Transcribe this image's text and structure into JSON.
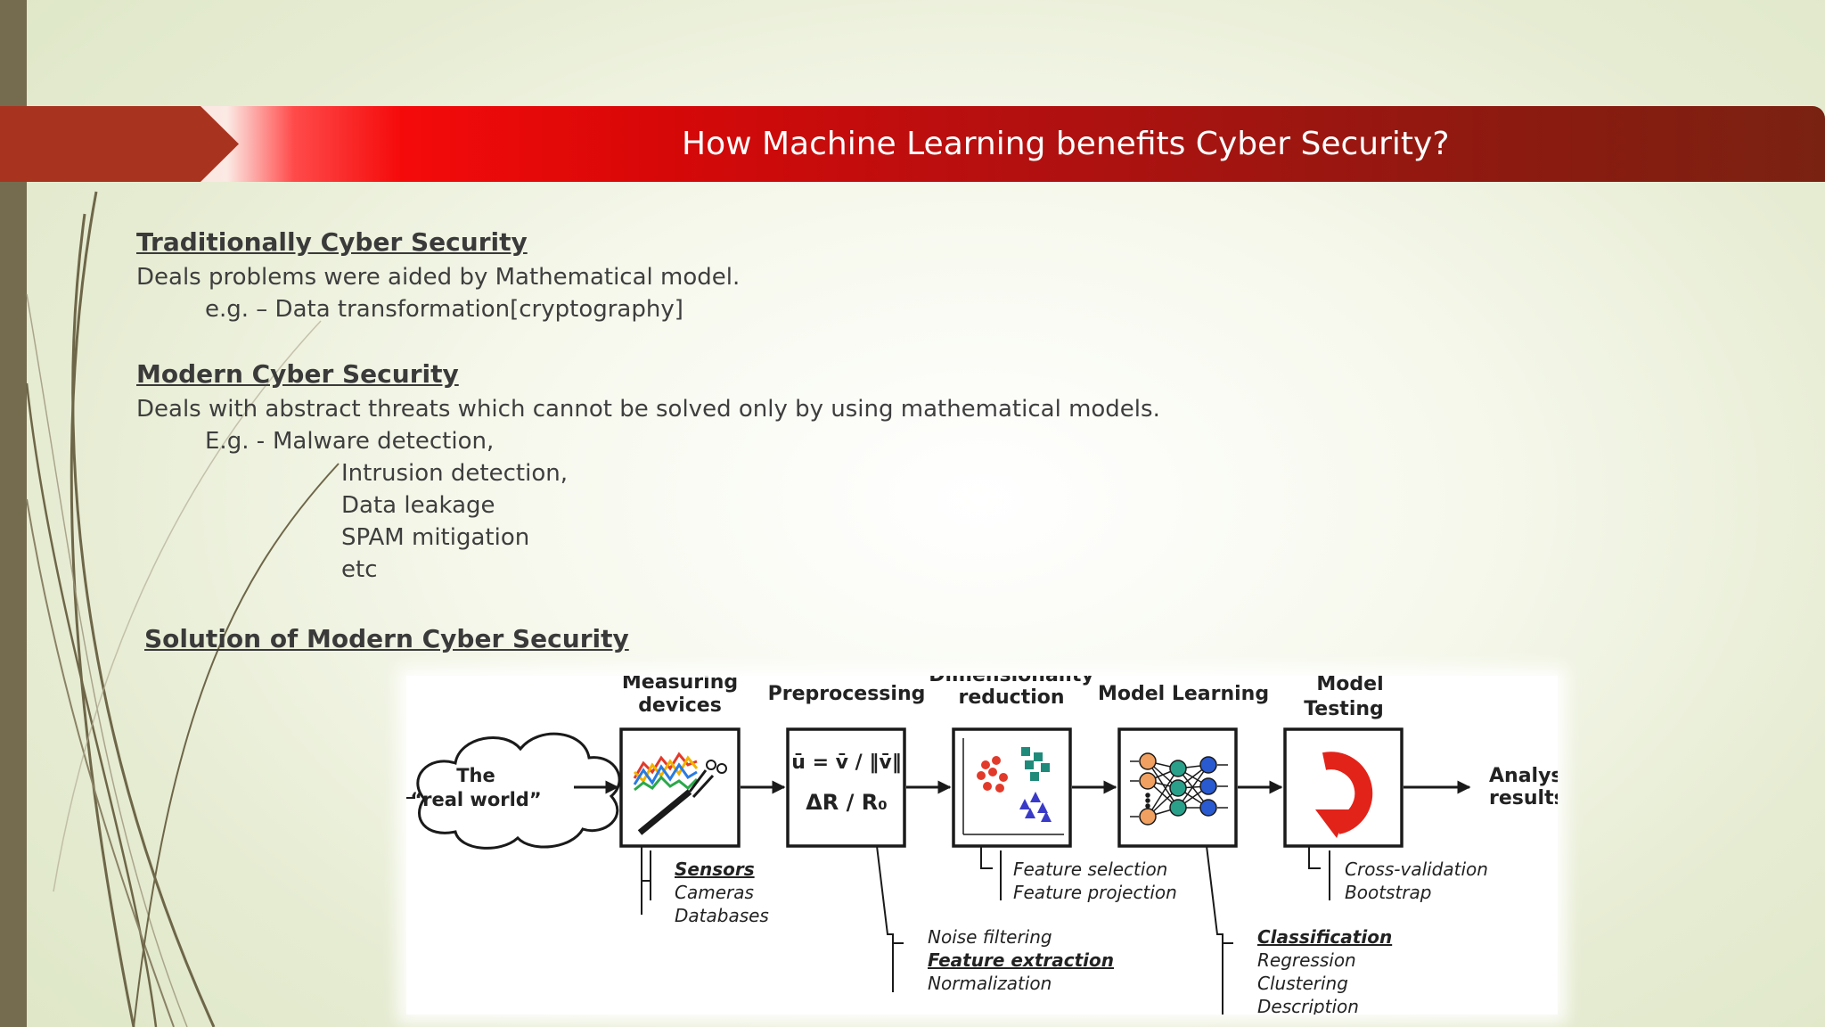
{
  "slide": {
    "title": "How Machine Learning benefits Cyber Security?"
  },
  "sections": {
    "traditional": {
      "heading": "Traditionally Cyber Security",
      "line1": "Deals problems were aided by Mathematical model.",
      "line2": "e.g. – Data transformation[cryptography]"
    },
    "modern": {
      "heading": "Modern Cyber Security",
      "line1": "Deals with abstract threats which cannot be solved only by using mathematical models.",
      "eg_prefix": "E.g. -",
      "items": [
        "Malware detection,",
        "Intrusion detection,",
        "Data leakage",
        "SPAM mitigation",
        "etc"
      ]
    },
    "solution": {
      "heading": "Solution of Modern Cyber Security"
    }
  },
  "diagram": {
    "cloud_line1": "The",
    "cloud_line2": "“real world”",
    "stages": [
      {
        "head1": "Measuring",
        "head2": "devices"
      },
      {
        "head1": "Preprocessing",
        "head2": ""
      },
      {
        "head1": "Dimensionality",
        "head2": "reduction"
      },
      {
        "head1": "Model Learning",
        "head2": ""
      },
      {
        "head1": "Model",
        "head2": "Testing"
      }
    ],
    "output_line1": "Analysis",
    "output_line2": "results",
    "formula_line1": "ū = v̄ / ‖v̄‖",
    "formula_line2": "ΔR / R₀",
    "measuring_list": [
      "Sensors",
      "Cameras",
      "Databases"
    ],
    "preprocessing_list": [
      "Noise filtering",
      "Feature extraction",
      "Normalization"
    ],
    "dimred_list": [
      "Feature selection",
      "Feature projection"
    ],
    "learning_list": [
      "Classification",
      "Regression",
      "Clustering",
      "Description"
    ],
    "testing_list": [
      "Cross-validation",
      "Bootstrap"
    ],
    "colors": {
      "banner_red": "#d60808",
      "banner_dark": "#7a2212",
      "strip": "#756b4f",
      "testing_arrow": "#e2231a"
    }
  }
}
